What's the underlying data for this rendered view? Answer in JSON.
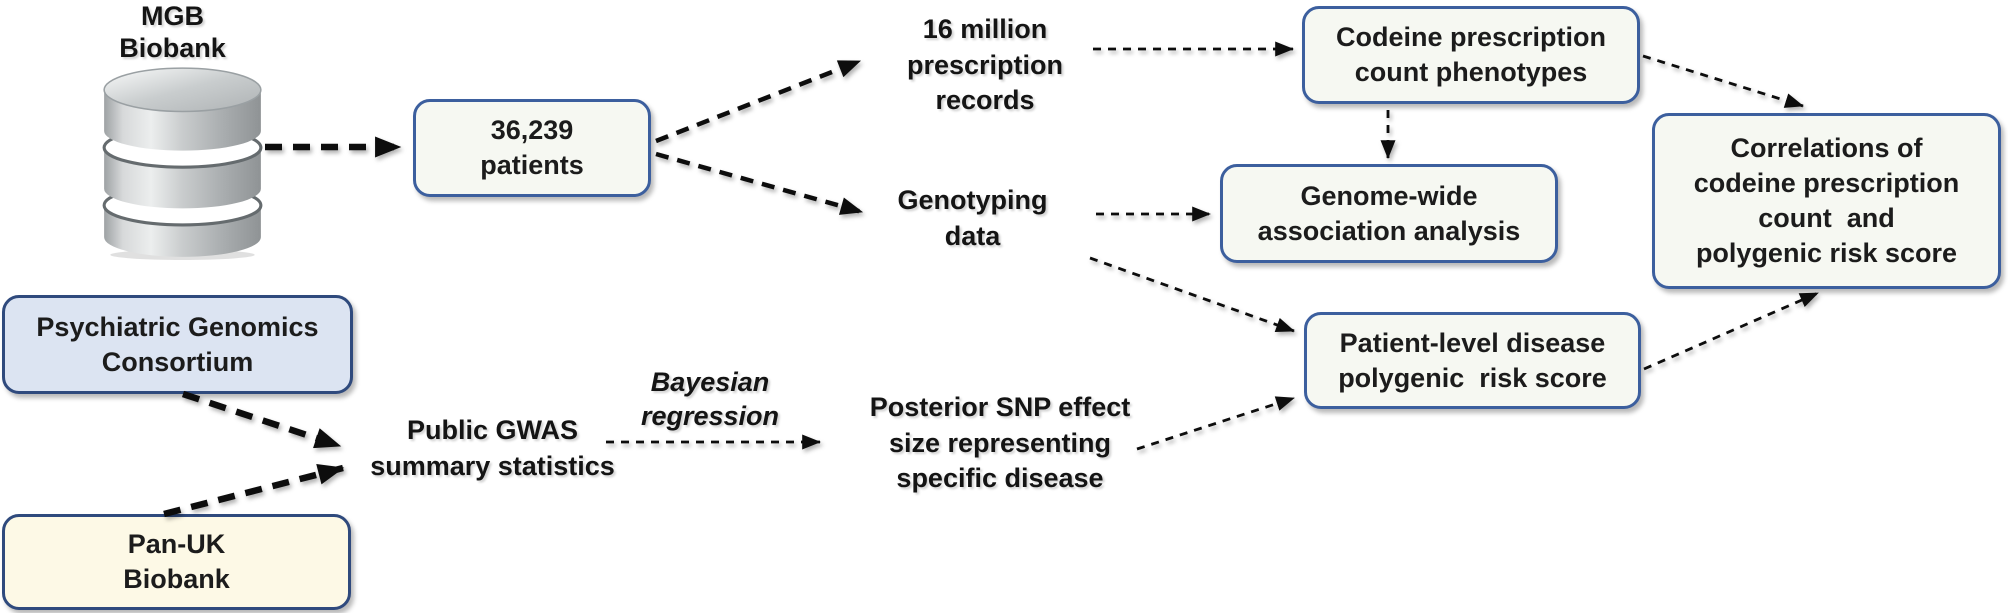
{
  "diagram": {
    "nodes": {
      "mgb_label": "MGB\nBiobank",
      "patients": "36,239\npatients",
      "records": "16 million\nprescription\nrecords",
      "genotyping": "Genotyping\ndata",
      "codeine": "Codeine prescription\ncount phenotypes",
      "gwas": "Genome-wide\nassociation analysis",
      "prs": "Patient-level disease\npolygenic  risk score",
      "correlations": "Correlations of\ncodeine prescription\ncount  and\npolygenic risk score",
      "pgc": "Psychiatric Genomics\nConsortium",
      "panuk": "Pan-UK\nBiobank",
      "public_gwas": "Public GWAS\nsummary statistics",
      "bayesian": "Bayesian\nregression",
      "posterior": "Posterior SNP effect\nsize representing\nspecific disease"
    },
    "icons": {
      "database": "database-icon"
    },
    "colors": {
      "box_fill": "#f6f8f2",
      "box_border": "#3c5f9e",
      "pgc_fill": "#dce4f2",
      "panuk_fill": "#fdf9e6",
      "dark_border": "#2f4a7d",
      "text": "#1a1a1a",
      "arrow": "#0d0d0d"
    }
  }
}
